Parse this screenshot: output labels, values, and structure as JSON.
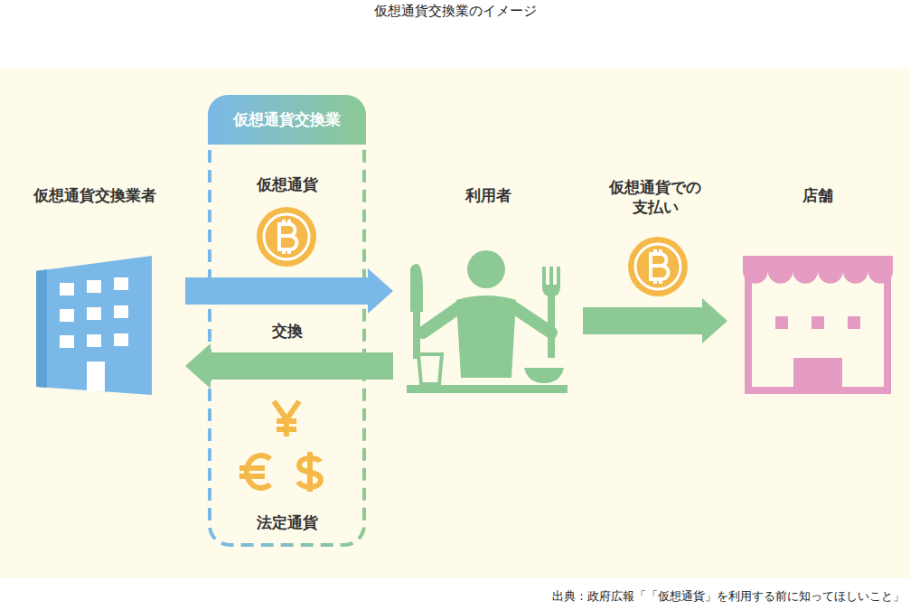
{
  "diagram": {
    "title": "仮想通貨交換業のイメージ",
    "caption": "出典：政府広報「「仮想通貨」を利用する前に知ってほしいこと」",
    "nodes": [
      {
        "text": [
          "仮想通貨交換業者"
        ]
      },
      {
        "text": [
          "仮想通貨交換業",
          "仮想通貨",
          "交換",
          "法定通貨"
        ]
      },
      {
        "text": [
          "利用者"
        ]
      },
      {
        "text": [
          "店舗"
        ]
      }
    ],
    "edges": [
      {
        "from": 0,
        "to": 2,
        "arrow": "to"
      },
      {
        "from": 2,
        "to": 0,
        "arrow": "to"
      },
      {
        "from": 2,
        "to": 3,
        "arrow": "to",
        "label": "仮想通貨での 支払い"
      }
    ]
  }
}
